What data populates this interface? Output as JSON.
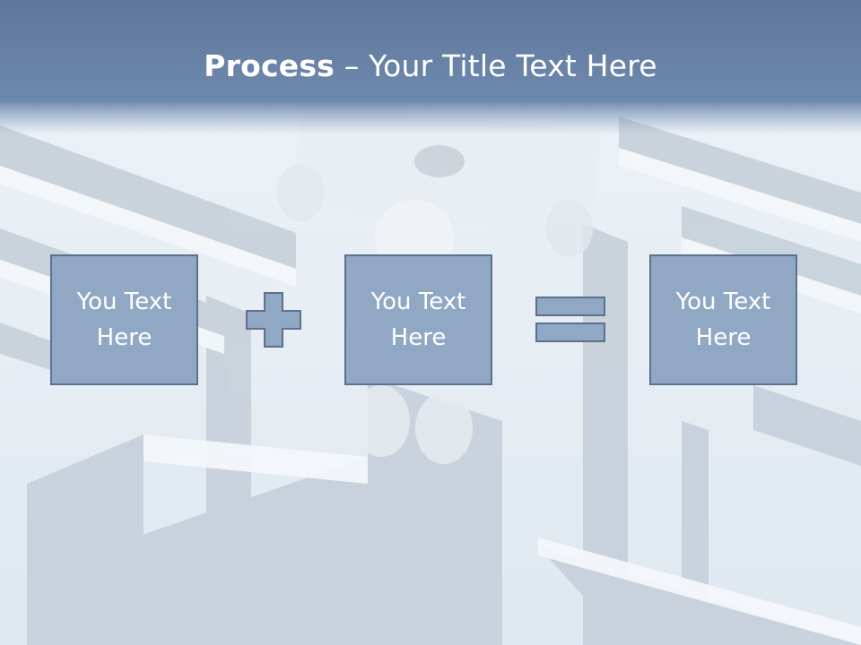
{
  "slide": {
    "title_bold": "Process",
    "title_rest": " – Your Title Text Here",
    "boxes": [
      {
        "label": "You Text Here"
      },
      {
        "label": "You Text Here"
      },
      {
        "label": "You Text Here"
      }
    ],
    "operators": [
      "plus-icon",
      "equals-icon"
    ],
    "colors": {
      "header": "#6c87ad",
      "box_fill": "#91a8c4",
      "box_border": "#5a7190",
      "operator_fill": "#91a8c4"
    }
  }
}
